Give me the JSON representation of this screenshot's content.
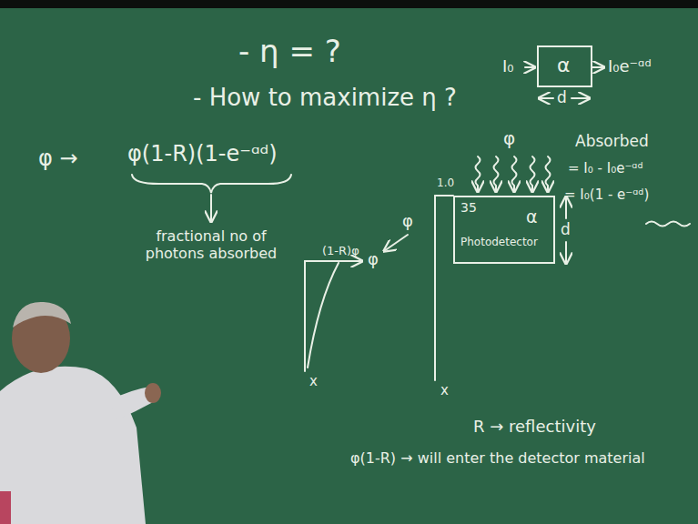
{
  "diagram": {
    "nodes": [
      {
        "text": [
          "α"
        ]
      },
      {
        "text": [
          "35",
          "Photodetector",
          "α"
        ]
      }
    ],
    "labels": [
      "- η = ?",
      "- How to maximize η ?",
      "φ →",
      "φ(1-R)(1-e⁻ᵅᵈ)",
      "fractional no of photons absorbed",
      "(1-R)φ",
      "φ",
      "φ",
      "x",
      "I₀",
      "I₀e⁻ᵅᵈ",
      "d",
      "φ",
      "Absorbed",
      "= I₀ - I₀e⁻ᵅᵈ",
      "= I₀(1 - e⁻ᵅᵈ)",
      "1.0",
      "d",
      "x",
      "R → reflectivity",
      "φ(1-R) → will enter the detector material"
    ]
  }
}
